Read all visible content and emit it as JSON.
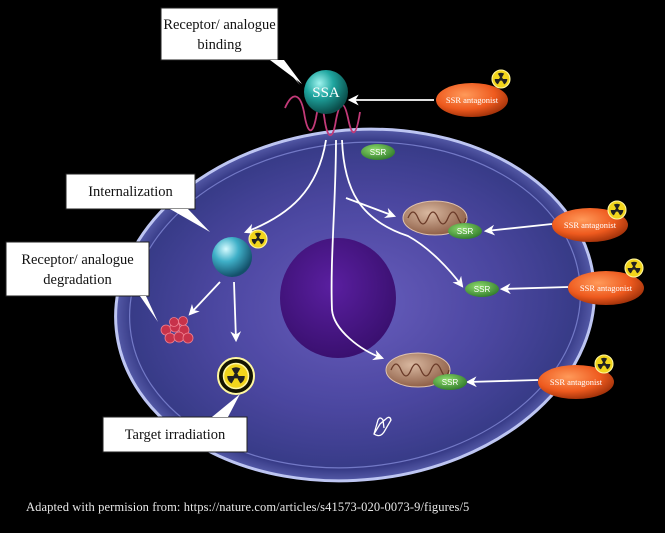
{
  "callouts": {
    "binding": [
      "Receptor/ analogue",
      "binding"
    ],
    "internalization": "Internalization",
    "degradation": [
      "Receptor/ analogue",
      "degradation"
    ],
    "irradiation": "Target irradiation"
  },
  "labels": {
    "ssa": "SSA",
    "ssr": "SSR",
    "ssr_antagonist": "SSR antagonist"
  },
  "caption": "Adapted with permision from: https://nature.com/articles/s41573-020-0073-9/figures/5",
  "colors": {
    "background": "#000000",
    "cell_membrane": "#b8c2ff",
    "nucleus": "#4a1a8a",
    "ssa": "#1fa6a0",
    "ssr": "#3f9a3a",
    "antagonist": "#ee5a1e",
    "radioactive": "#f2d51c",
    "mitochondria": "#b4846a",
    "degradation": "#c7324a",
    "arrow": "#ffffff"
  },
  "icons": [
    "radioactive-icon",
    "mitochondrion-icon",
    "cursor-hand-icon"
  ]
}
